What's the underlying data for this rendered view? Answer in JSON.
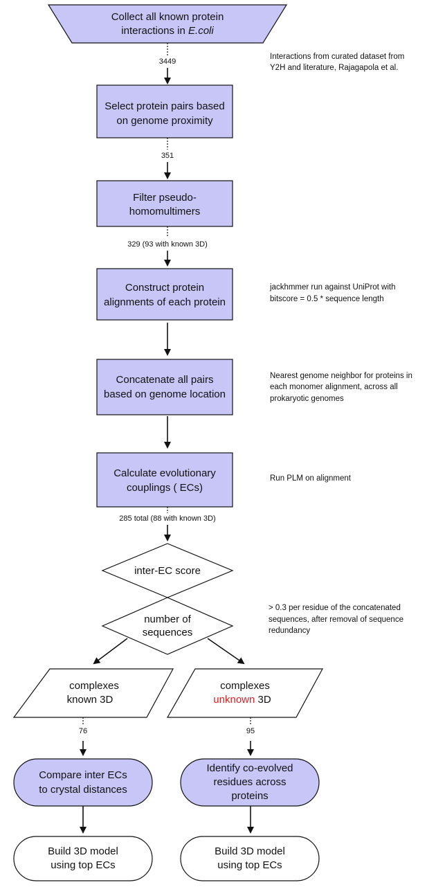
{
  "steps": {
    "collect": {
      "line1": "Collect all known protein",
      "line2_prefix": "interactions in ",
      "line2_italic": "E.coli"
    },
    "select": {
      "line1": "Select protein pairs based",
      "line2": "on genome proximity"
    },
    "filter": {
      "line1": "Filter pseudo-",
      "line2": "homomultimers"
    },
    "construct": {
      "line1": "Construct protein",
      "line2": "alignments of each protein"
    },
    "concatenate": {
      "line1": "Concatenate all pairs",
      "line2": "based on genome location"
    },
    "calculate": {
      "line1": "Calculate evolutionary",
      "line2": "couplings ( ECs)"
    },
    "inter_ec": {
      "label": "inter-EC score"
    },
    "num_seq": {
      "line1": "number of",
      "line2": "sequences"
    },
    "known": {
      "line1": "complexes",
      "line2": "known 3D"
    },
    "unknown": {
      "line1": "complexes",
      "line2_red": "unknown",
      "line2_rest": " 3D"
    },
    "compare": {
      "line1": "Compare inter ECs",
      "line2": "to crystal distances"
    },
    "identify": {
      "line1": "Identify co-evolved",
      "line2": "residues across",
      "line3": "proteins"
    },
    "build_left": {
      "line1": "Build 3D model",
      "line2": "using top ECs"
    },
    "build_right": {
      "line1": "Build 3D model",
      "line2": "using top ECs"
    }
  },
  "counts": {
    "c1": "3449",
    "c2": "351",
    "c3": "329 (93 with known 3D)",
    "c4": "285 total (88 with known 3D)",
    "c5": "76",
    "c6": "95"
  },
  "notes": {
    "n1": [
      "Interactions from curated dataset from",
      "Y2H and literature, Rajagapola et al."
    ],
    "n2": [
      "jackhmmer run against UniProt with",
      "bitscore = 0.5 * sequence length"
    ],
    "n3": [
      "Nearest genome neighbor for proteins in",
      "each monomer alignment, across all",
      "prokaryotic genomes"
    ],
    "n4": [
      "Run PLM on alignment"
    ],
    "n5": [
      "> 0.3 per residue of the concatenated",
      "sequences, after removal of sequence",
      "redundancy"
    ]
  },
  "colors": {
    "box_fill": "#c7c6f7",
    "stroke": "#111111",
    "highlight_red": "#e02020",
    "white": "#ffffff"
  }
}
